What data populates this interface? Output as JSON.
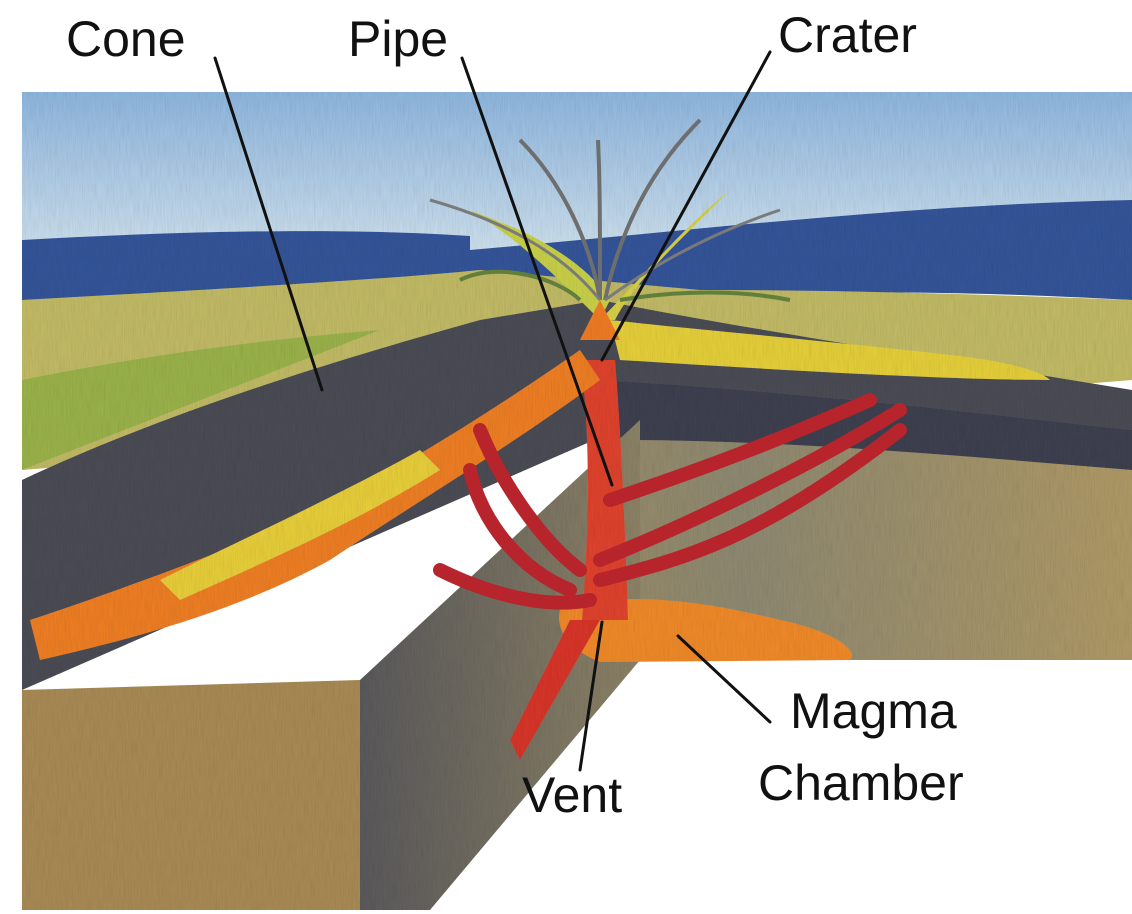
{
  "labels": {
    "cone": "Cone",
    "pipe": "Pipe",
    "crater": "Crater",
    "magma_line1": "Magma",
    "magma_line2": "Chamber",
    "vent": "Vent"
  },
  "colors": {
    "sky": "#a9c9e6",
    "sea": "#34559a",
    "ground": "#b5b061",
    "rock": "#4b4c55",
    "lava_red": "#d8352a",
    "lava_orange": "#f0831f",
    "lava_yellow": "#e9d13a",
    "strata": "#9c8a5e"
  }
}
